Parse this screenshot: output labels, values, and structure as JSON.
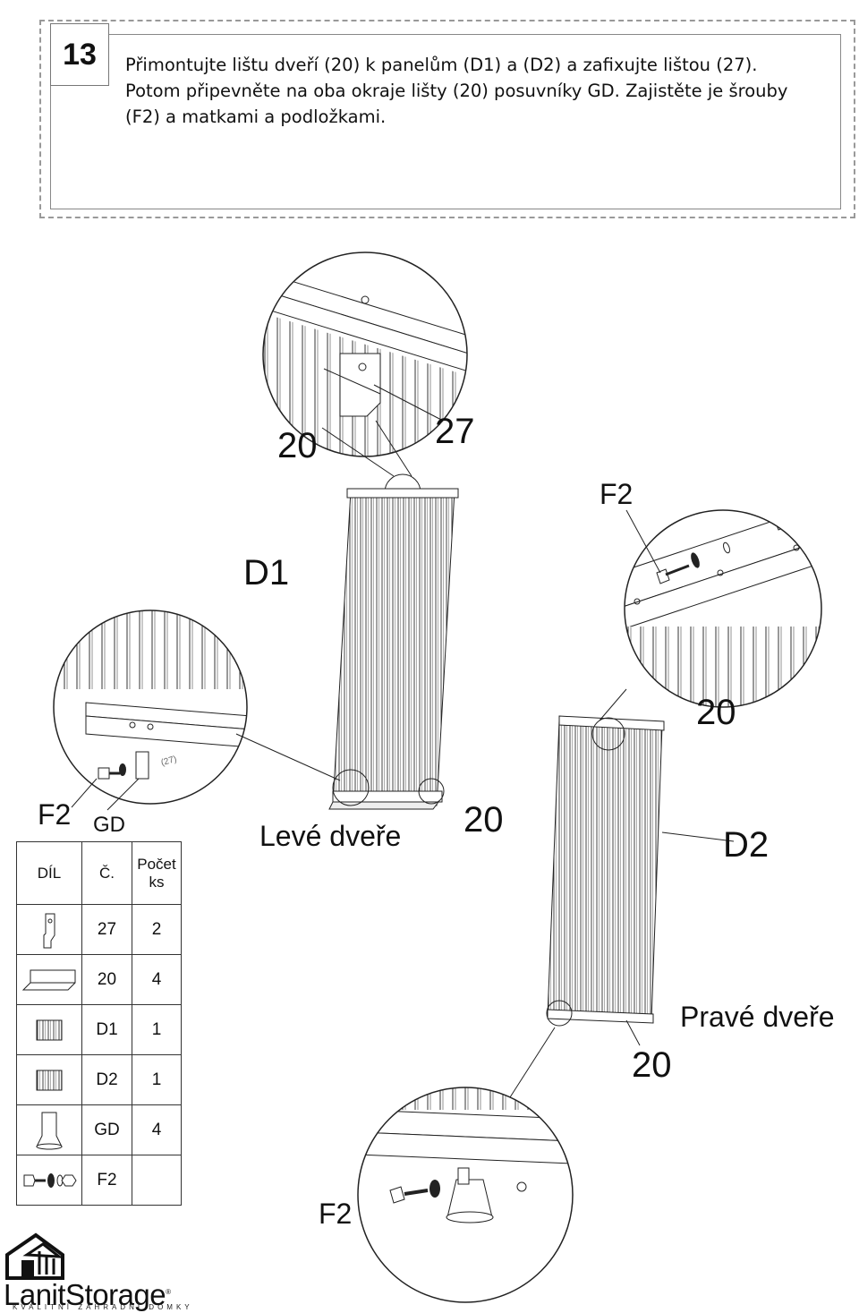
{
  "step": {
    "number": "13"
  },
  "instructions": {
    "line1": "Přimontujte lištu dveří (20) k panelům (D1) a (D2) a zafixujte lištou (27).",
    "line2": "Potom připevněte na oba okraje lišty (20) posuvníky GD. Zajistěte je šrouby",
    "line3": "(F2) a matkami a podložkami."
  },
  "labels": {
    "detail_top_part": "20",
    "detail_top_lock": "27",
    "panel_left": "D1",
    "screw_right": "F2",
    "rail_right": "20",
    "screw_left": "F2",
    "slider_left": "GD",
    "left_door": "Levé dveře",
    "rail_left_bottom": "20",
    "panel_right": "D2",
    "right_door": "Pravé dveře",
    "rail_right_bottom": "20",
    "screw_bottom": "F2",
    "small_mark": "(27)"
  },
  "parts_table": {
    "headers": {
      "part": "DÍL",
      "code": "Č.",
      "count": "Počet ks"
    },
    "rows": [
      {
        "icon": "lock-strip-icon",
        "code": "27",
        "count": "2"
      },
      {
        "icon": "door-rail-icon",
        "code": "20",
        "count": "4"
      },
      {
        "icon": "panel-d1-icon",
        "code": "D1",
        "count": "1"
      },
      {
        "icon": "panel-d2-icon",
        "code": "D2",
        "count": "1"
      },
      {
        "icon": "slider-gd-icon",
        "code": "GD",
        "count": "4"
      },
      {
        "icon": "bolt-set-icon",
        "code": "F2",
        "count": ""
      }
    ]
  },
  "brand": {
    "name": "LanitStorage",
    "tagline": "KVALITNÍ ZAHRADNÍ DOMKY",
    "registered": "®"
  }
}
